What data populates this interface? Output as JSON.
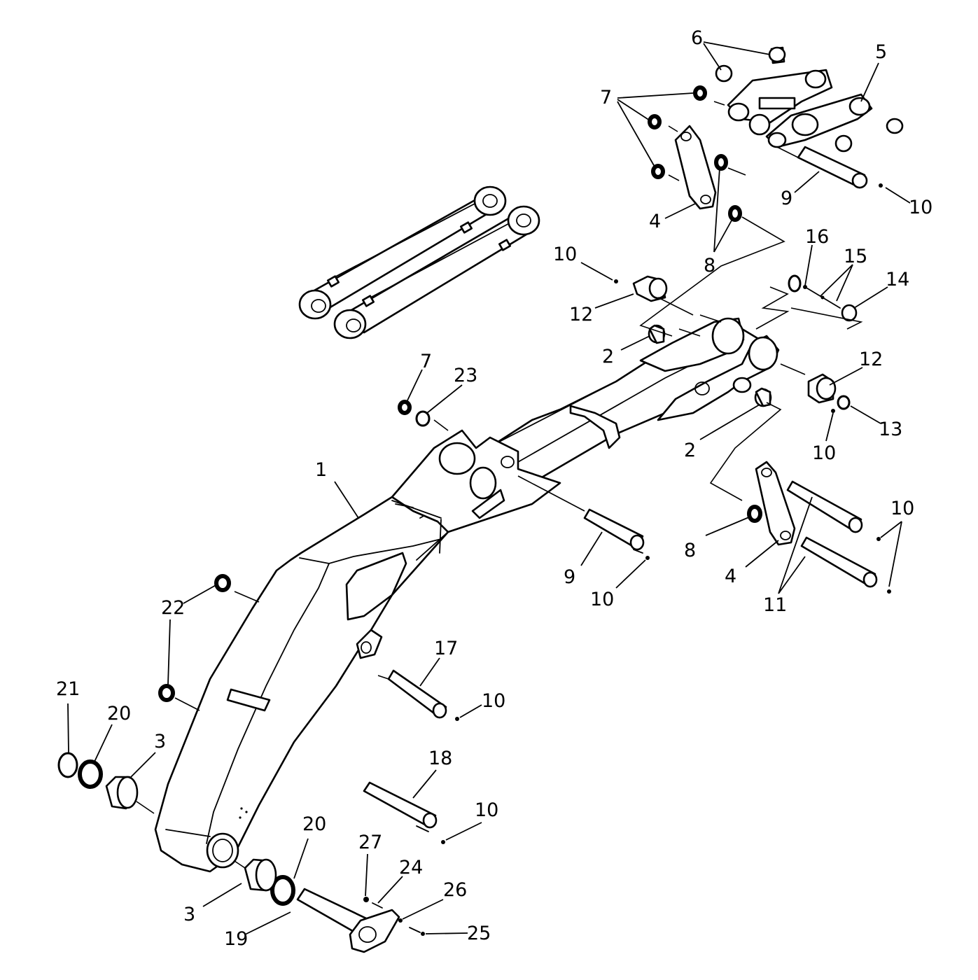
{
  "callouts": [
    {
      "id": "c1",
      "text": "1"
    },
    {
      "id": "c2a",
      "text": "2"
    },
    {
      "id": "c2b",
      "text": "2"
    },
    {
      "id": "c3a",
      "text": "3"
    },
    {
      "id": "c3b",
      "text": "3"
    },
    {
      "id": "c4a",
      "text": "4"
    },
    {
      "id": "c4b",
      "text": "4"
    },
    {
      "id": "c5",
      "text": "5"
    },
    {
      "id": "c6",
      "text": "6"
    },
    {
      "id": "c7a",
      "text": "7"
    },
    {
      "id": "c7b",
      "text": "7"
    },
    {
      "id": "c8a",
      "text": "8"
    },
    {
      "id": "c8b",
      "text": "8"
    },
    {
      "id": "c9a",
      "text": "9"
    },
    {
      "id": "c9b",
      "text": "9"
    },
    {
      "id": "c10a",
      "text": "10"
    },
    {
      "id": "c10b",
      "text": "10"
    },
    {
      "id": "c10c",
      "text": "10"
    },
    {
      "id": "c10d",
      "text": "10"
    },
    {
      "id": "c10e",
      "text": "10"
    },
    {
      "id": "c10f",
      "text": "10"
    },
    {
      "id": "c10g",
      "text": "10"
    },
    {
      "id": "c11",
      "text": "11"
    },
    {
      "id": "c12a",
      "text": "12"
    },
    {
      "id": "c12b",
      "text": "12"
    },
    {
      "id": "c13",
      "text": "13"
    },
    {
      "id": "c14",
      "text": "14"
    },
    {
      "id": "c15",
      "text": "15"
    },
    {
      "id": "c16",
      "text": "16"
    },
    {
      "id": "c17",
      "text": "17"
    },
    {
      "id": "c18",
      "text": "18"
    },
    {
      "id": "c19",
      "text": "19"
    },
    {
      "id": "c20a",
      "text": "20"
    },
    {
      "id": "c20b",
      "text": "20"
    },
    {
      "id": "c21",
      "text": "21"
    },
    {
      "id": "c22",
      "text": "22"
    },
    {
      "id": "c23",
      "text": "23"
    },
    {
      "id": "c24",
      "text": "24"
    },
    {
      "id": "c25",
      "text": "25"
    },
    {
      "id": "c26",
      "text": "26"
    },
    {
      "id": "c27",
      "text": "27"
    }
  ]
}
